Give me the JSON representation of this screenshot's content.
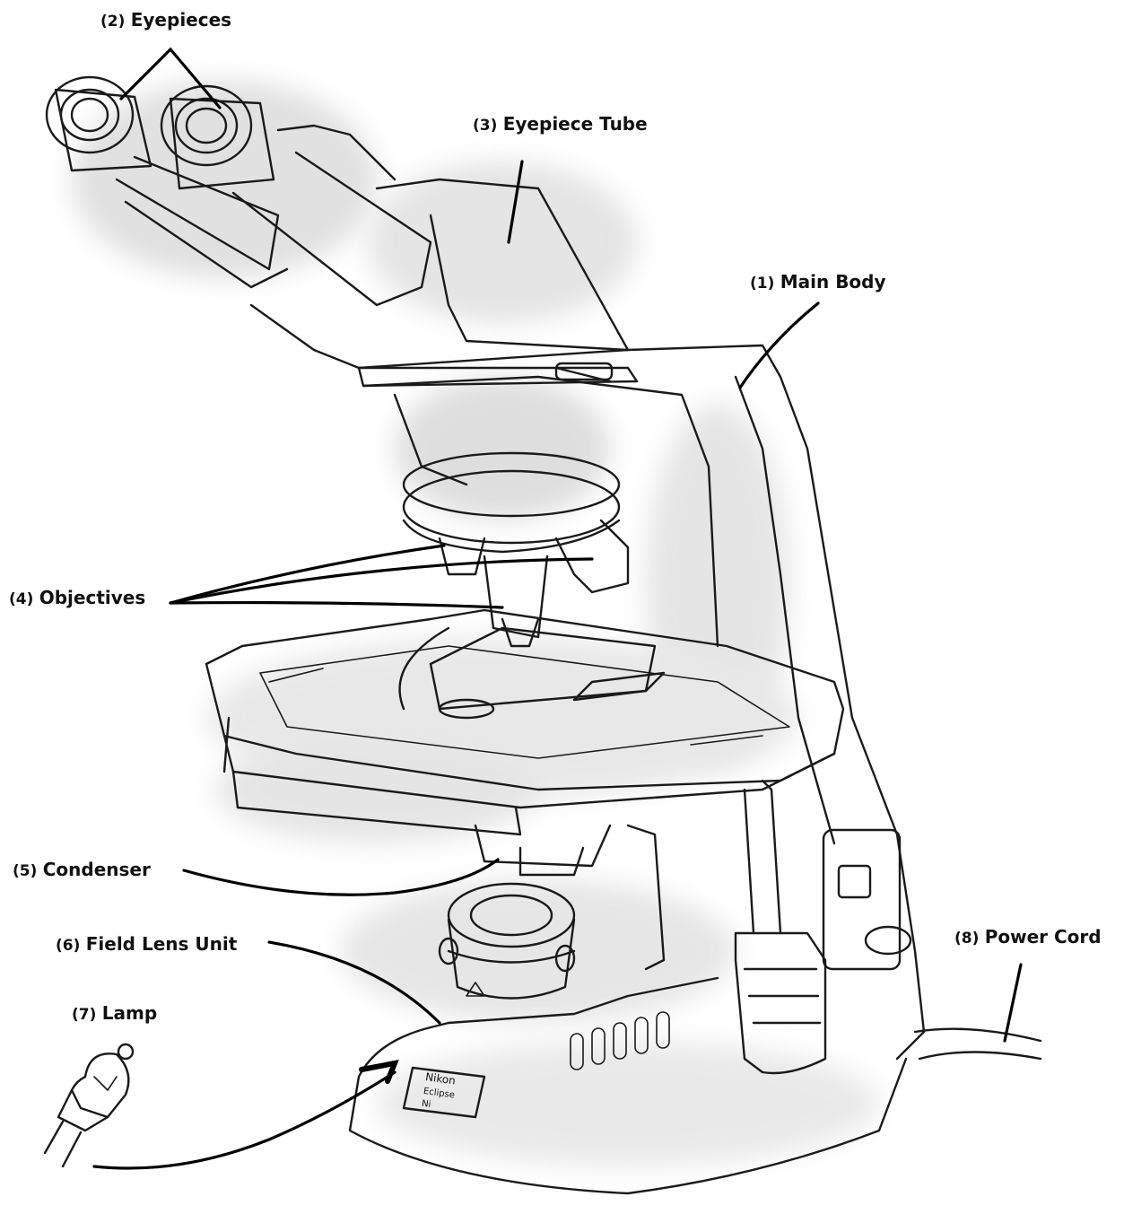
{
  "labels": {
    "main_body": {
      "num": "(1)",
      "text": "Main Body"
    },
    "eyepieces": {
      "num": "(2)",
      "text": "Eyepieces"
    },
    "eyepiece_tube": {
      "num": "(3)",
      "text": "Eyepiece Tube"
    },
    "objectives": {
      "num": "(4)",
      "text": "Objectives"
    },
    "condenser": {
      "num": "(5)",
      "text": "Condenser"
    },
    "field_lens_unit": {
      "num": "(6)",
      "text": "Field Lens Unit"
    },
    "lamp": {
      "num": "(7)",
      "text": "Lamp"
    },
    "power_cord": {
      "num": "(8)",
      "text": "Power Cord"
    }
  },
  "base_sticker": {
    "line1": "Nikon",
    "line2": "Eclipse",
    "line3": "Ni"
  },
  "colors": {
    "ink": "#1a1a1a",
    "shade": "#d6d6d6",
    "background": "#ffffff"
  }
}
